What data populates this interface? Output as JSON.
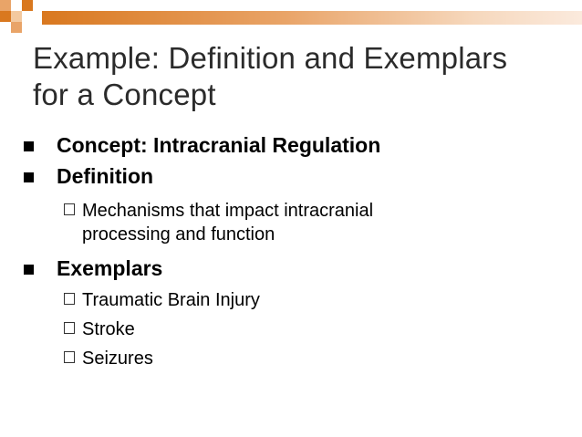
{
  "slide": {
    "title_line1": "Example: Definition and Exemplars",
    "title_line2": "for a Concept",
    "concept": "Concept: Intracranial Regulation",
    "definition_heading": "Definition",
    "definition_line1": "Mechanisms that impact intracranial",
    "definition_line2": "processing and function",
    "exemplars_heading": "Exemplars",
    "exemplars": [
      "Traumatic Brain Injury",
      "Stroke",
      "Seizures"
    ]
  },
  "colors": {
    "accent": "#d9781f",
    "accent_light": "#f6d8bd",
    "title_text": "#2b2b2b"
  }
}
